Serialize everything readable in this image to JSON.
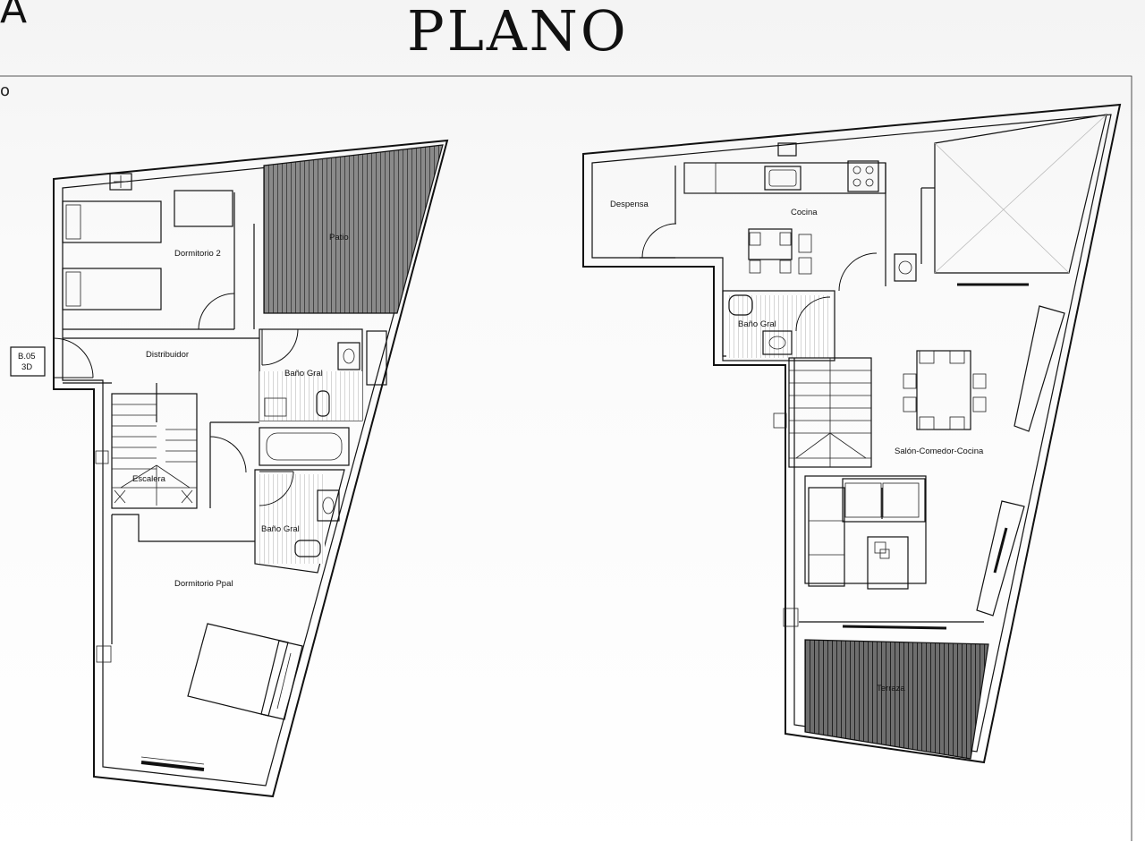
{
  "header": {
    "title": "PLANO",
    "corner_letter": "A",
    "corner_fragment": "o"
  },
  "unit_tag": {
    "line1": "B.05",
    "line2": "3D"
  },
  "upper_floor": {
    "rooms": {
      "dormitorio_2": "Dormitorio 2",
      "patio": "Patio",
      "distribuidor": "Distribuidor",
      "bano_1": "Baño Gral",
      "bano_2": "Baño Gral",
      "escalera": "Escalera",
      "dormitorio_ppal": "Dormitorio Ppal"
    }
  },
  "lower_floor": {
    "rooms": {
      "despensa": "Despensa",
      "cocina": "Cocina",
      "bano": "Baño Gral",
      "salon": "Salón-Comedor-Cocina",
      "terraza": "Terraza"
    }
  },
  "colors": {
    "ink": "#111111",
    "paper": "#ffffff"
  }
}
